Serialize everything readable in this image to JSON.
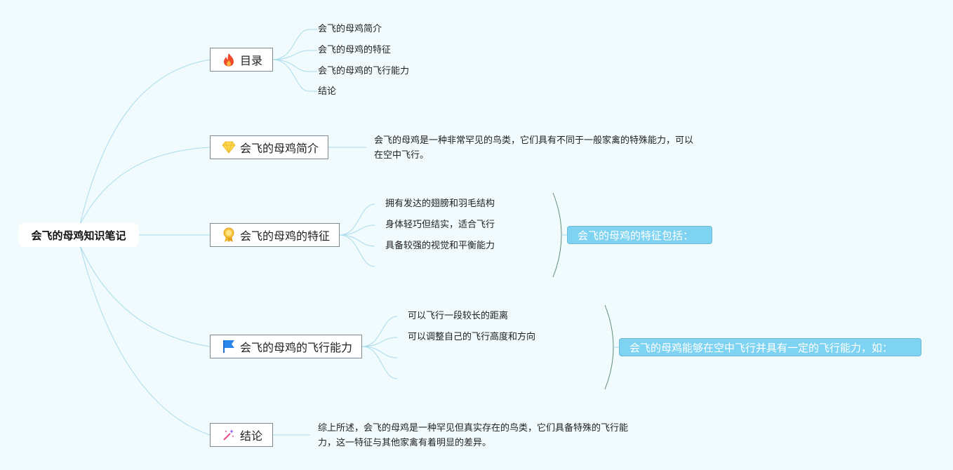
{
  "root": {
    "label": "会飞的母鸡知识笔记"
  },
  "topics": [
    {
      "label": "目录",
      "icon": "fire-icon"
    },
    {
      "label": "会飞的母鸡简介",
      "icon": "diamond-icon"
    },
    {
      "label": "会飞的母鸡的特征",
      "icon": "medal-icon"
    },
    {
      "label": "会飞的母鸡的飞行能力",
      "icon": "flag-icon"
    },
    {
      "label": "结论",
      "icon": "magic-wand-icon"
    }
  ],
  "toc": [
    "会飞的母鸡简介",
    "会飞的母鸡的特征",
    "会飞的母鸡的飞行能力",
    "结论"
  ],
  "intro": {
    "line1": "会飞的母鸡是一种非常罕见的鸟类，它们具有不同于一般家禽的特殊能力，可以",
    "line2": "在空中飞行。"
  },
  "features": {
    "items": [
      "拥有发达的翅膀和羽毛结构",
      "身体轻巧但结实，适合飞行",
      "具备较强的视觉和平衡能力"
    ],
    "summary": "会飞的母鸡的特征包括："
  },
  "flight": {
    "items": [
      "可以飞行一段较长的距离",
      "可以调整自己的飞行高度和方向"
    ],
    "summary": "会飞的母鸡能够在空中飞行并具有一定的飞行能力，如："
  },
  "conclusion": {
    "line1": "综上所述，会飞的母鸡是一种罕见但真实存在的鸟类，它们具备特殊的飞行能",
    "line2": "力，这一特征与其他家禽有着明显的差异。"
  },
  "colors": {
    "connector": "#a9dced",
    "bracket": "#5f9078",
    "summary_fill": "#7fd3f2"
  }
}
